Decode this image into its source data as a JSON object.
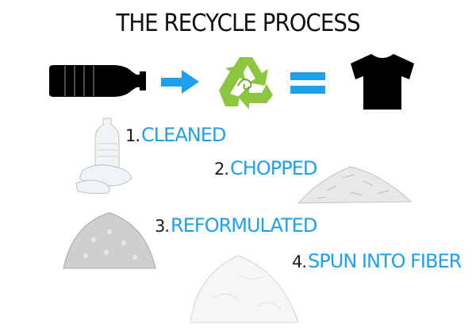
{
  "title": "THE RECYCLE PROCESS",
  "colors": {
    "accent": "#1ea1ea",
    "recycle_green": "#8cc63f",
    "black": "#000000"
  },
  "top_row": {
    "icons": [
      "bottle-icon",
      "arrow-right-icon",
      "recycle-icon",
      "equals-icon",
      "tshirt-icon"
    ]
  },
  "steps": [
    {
      "number": "1.",
      "label": "CLEANED",
      "image": "clear-plastic-bottles"
    },
    {
      "number": "2.",
      "label": "CHOPPED",
      "image": "chopped-plastic-flakes"
    },
    {
      "number": "3.",
      "label": "REFORMULATED",
      "image": "plastic-pellets"
    },
    {
      "number": "4.",
      "label": "SPUN INTO FIBER",
      "image": "polyester-fiber"
    }
  ]
}
